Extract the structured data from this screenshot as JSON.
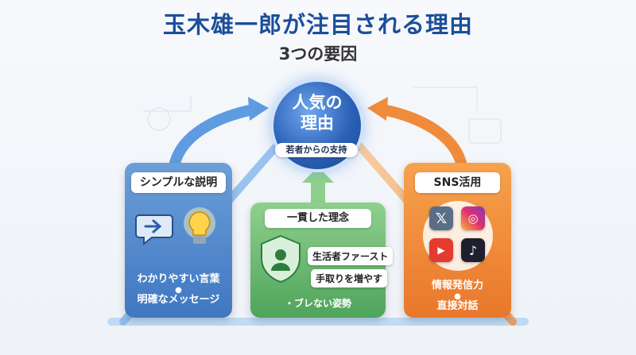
{
  "title": "玉木雄一郎が注目される理由",
  "subtitle": "3つの要因",
  "center": {
    "line1": "人気の",
    "line2": "理由",
    "badge": "若者からの支持"
  },
  "left_card": {
    "title": "シンプルな説明",
    "line1": "わかりやすい言葉",
    "line2": "明確なメッセージ",
    "icons": [
      "speech-bubble-arrow-icon",
      "lightbulb-icon"
    ]
  },
  "middle_card": {
    "title": "一貫した理念",
    "pill1": "生活者ファースト",
    "pill2": "手取りを増やす",
    "footer": "・ブレない姿勢",
    "icons": [
      "shield-person-icon"
    ]
  },
  "right_card": {
    "title": "SNS活用",
    "line1": "情報発信力",
    "line2": "直接対話",
    "icons": [
      "x-icon",
      "instagram-icon",
      "youtube-icon",
      "tiktok-icon"
    ]
  },
  "colors": {
    "title": "#1c4e9a",
    "blue": "#3f77c2",
    "green": "#4fa45c",
    "orange": "#e9772a"
  }
}
